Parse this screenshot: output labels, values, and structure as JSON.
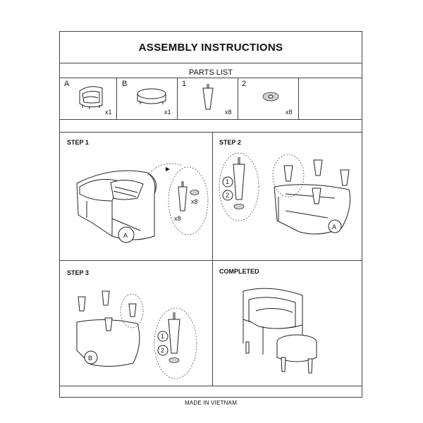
{
  "header": {
    "title": "ASSEMBLY INSTRUCTIONS"
  },
  "parts_list": {
    "title": "PARTS LIST",
    "items": [
      {
        "id": "A",
        "qty": "x1",
        "icon": "armchair-icon"
      },
      {
        "id": "B",
        "qty": "x1",
        "icon": "ottoman-icon"
      },
      {
        "id": "1",
        "qty": "x8",
        "icon": "leg-icon"
      },
      {
        "id": "2",
        "qty": "x8",
        "icon": "washer-icon"
      }
    ]
  },
  "steps": {
    "step1": {
      "label": "STEP 1",
      "part": "A",
      "leg_qty": "x8",
      "washer_qty": "x8"
    },
    "step2": {
      "label": "STEP 2",
      "part": "A",
      "callout_1": "1",
      "callout_2": "2"
    },
    "step3": {
      "label": "STEP 3",
      "part": "B",
      "callout_1": "1",
      "callout_2": "2"
    },
    "completed": {
      "label": "COMPLETED"
    }
  },
  "footer": {
    "text": "MADE IN VIETNAM"
  }
}
